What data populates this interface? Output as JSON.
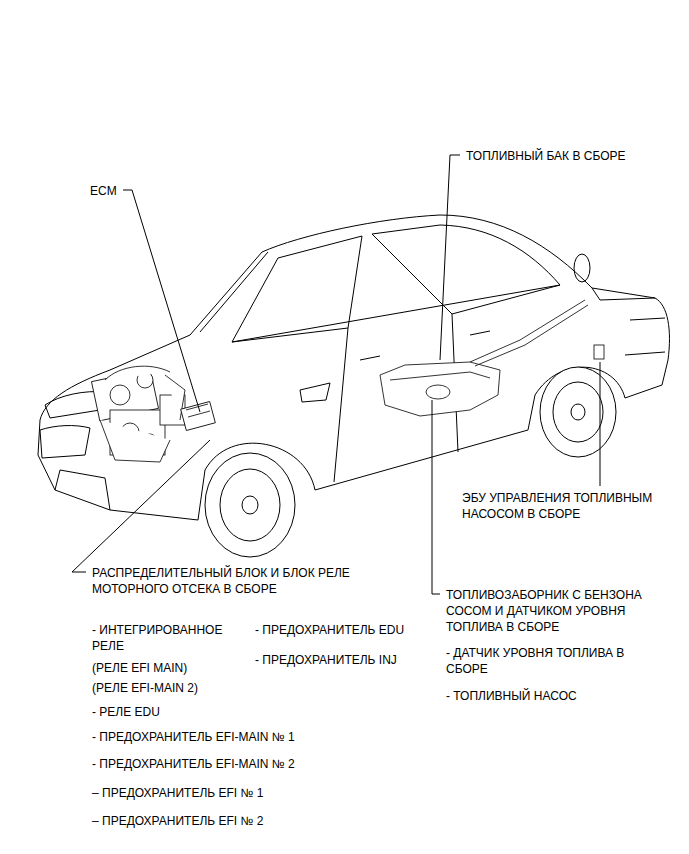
{
  "diagram": {
    "labels": [
      "ECM",
      "ТОПЛИВНЫЙ БАК В СБОРЕ",
      "ЭБУ УПРАВЛЕНИЯ ТОПЛИВНЫМ НАСОСОМ В СБОРЕ",
      "РАСПРЕДЕЛИТЕЛЬНЫЙ БЛОК И БЛОК РЕЛЕ МОТОРНОГО ОТСЕКА В СБОРЕ",
      "ТОПЛИВОЗАБОРНИК С БЕНЗОНА СОСОМ И ДАТЧИКОМ УРОВНЯ ТОПЛИВА В СБОРЕ",
      "- ДАТЧИК УРОВНЯ ТОПЛИВА В СБОРЕ",
      "- ТОПЛИВНЫЙ НАСОС",
      "- ИНТЕГРИРОВАННОЕ РЕЛЕ",
      "(РЕЛЕ EFI MAIN)",
      "(РЕЛЕ EFI-MAIN 2)",
      "- РЕЛЕ EDU",
      "- ПРЕДОХРАНИТЕЛЬ EFI-MAIN № 1",
      "- ПРЕДОХРАНИТЕЛЬ EFI-MAIN № 2",
      "– ПРЕДОХРАНИТЕЛЬ EFI № 1",
      "– ПРЕДОХРАНИТЕЛЬ EFI № 2",
      "- ПРЕДОХРАНИТЕЛЬ EDU",
      "- ПРЕДОХРАНИТЕЛЬ INJ"
    ]
  }
}
